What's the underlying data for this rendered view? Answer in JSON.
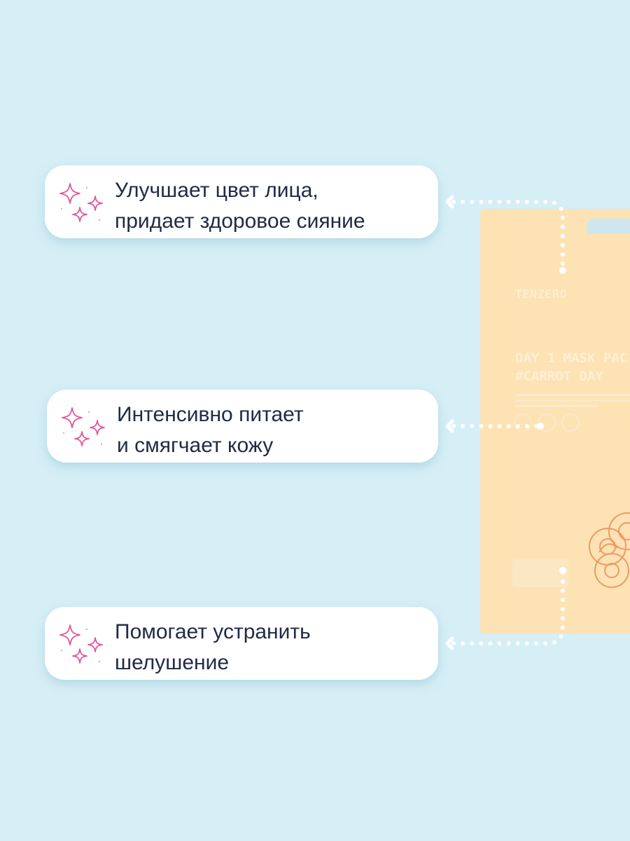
{
  "background_color": "#d6eef6",
  "accent_color": "#e0569a",
  "product": {
    "brand_logo": "TENZERO",
    "title_line1": "DAY 1 MASK PAC",
    "title_line2": "#CARROT DAY",
    "pack_color": "#fde2b4",
    "art_color": "#e8844a"
  },
  "callouts": [
    {
      "line1": "Улучшает цвет лица,",
      "line2": "придает здоровое сияние",
      "icon": "sparkles-icon"
    },
    {
      "line1": "Интенсивно питает",
      "line2": "и смягчает кожу",
      "icon": "sparkles-icon"
    },
    {
      "line1": "Помогает устранить",
      "line2": "шелушение",
      "icon": "sparkles-icon"
    }
  ]
}
